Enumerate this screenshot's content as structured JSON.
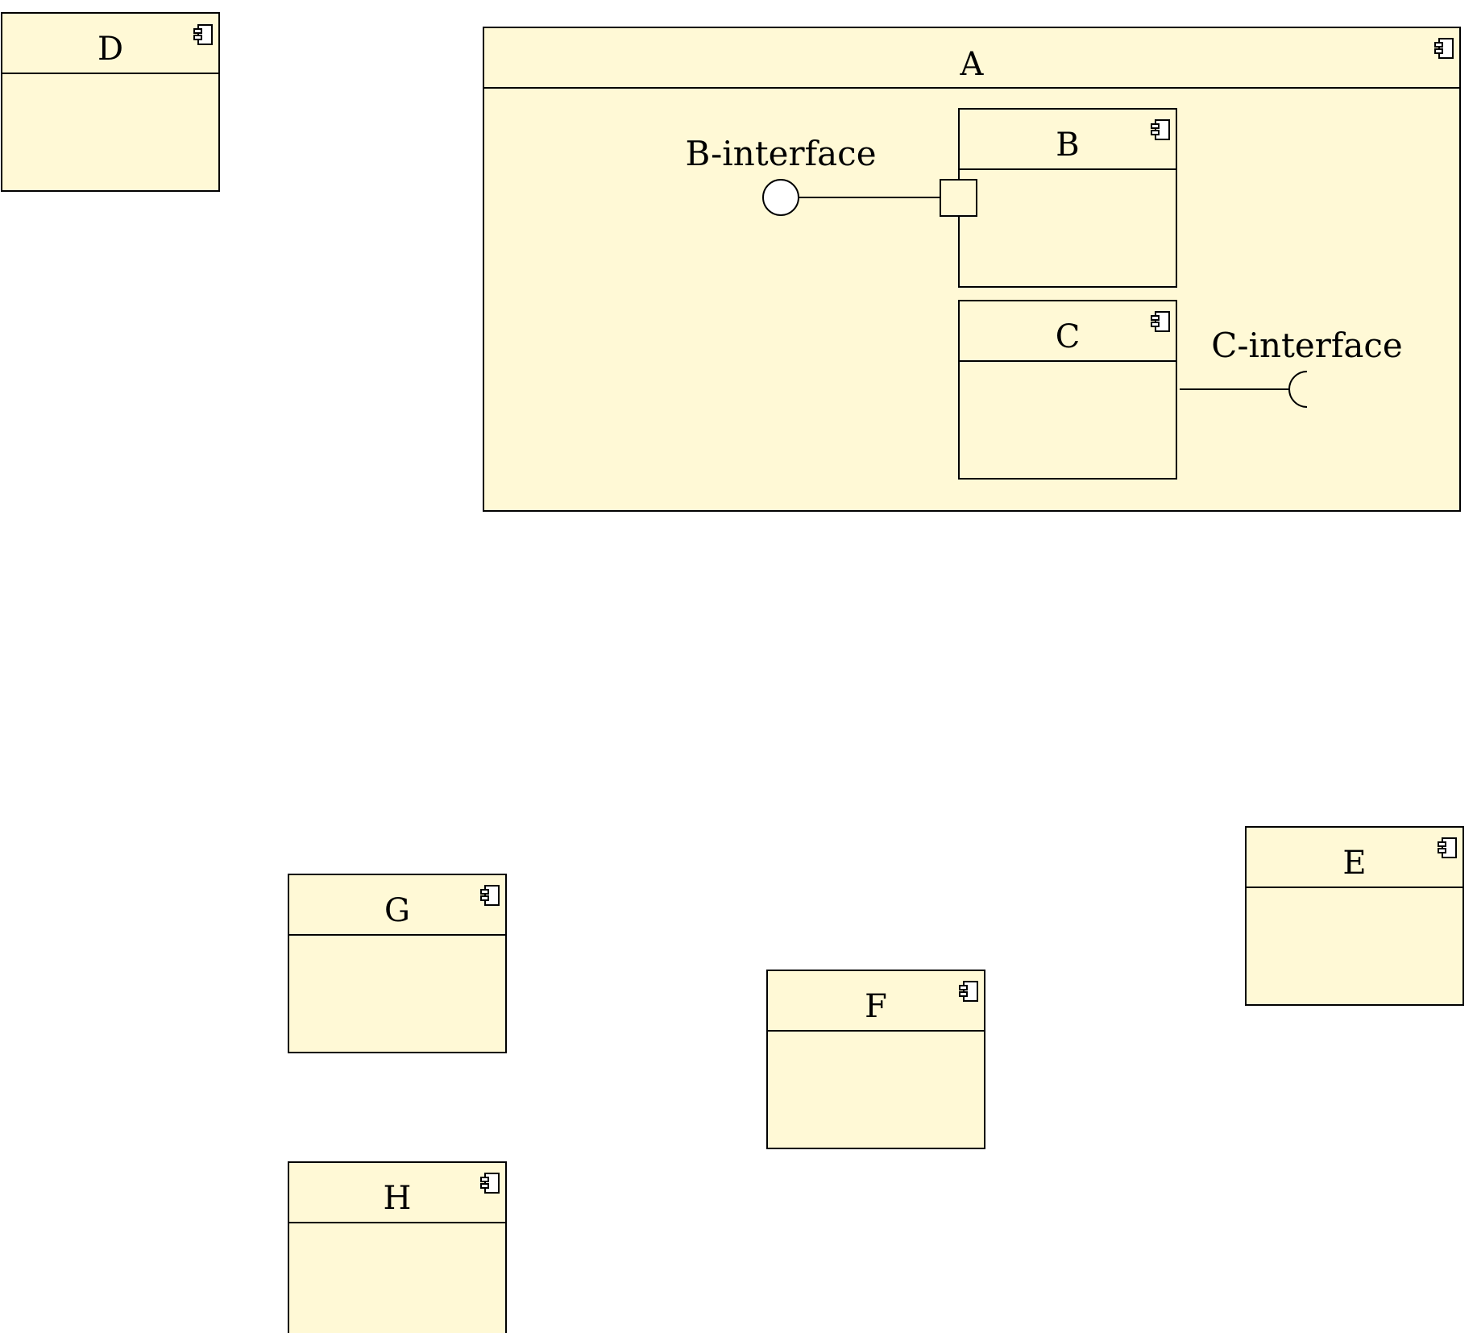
{
  "diagram": {
    "fill_color": "#fff9d6",
    "stroke_color": "#000000",
    "components": [
      {
        "id": "D",
        "label": "D",
        "icon": "component-icon"
      },
      {
        "id": "A",
        "label": "A",
        "icon": "component-icon"
      },
      {
        "id": "B",
        "label": "B",
        "icon": "component-icon"
      },
      {
        "id": "C",
        "label": "C",
        "icon": "component-icon"
      },
      {
        "id": "E",
        "label": "E",
        "icon": "component-icon"
      },
      {
        "id": "F",
        "label": "F",
        "icon": "component-icon"
      },
      {
        "id": "G",
        "label": "G",
        "icon": "component-icon"
      },
      {
        "id": "H",
        "label": "H",
        "icon": "component-icon"
      }
    ],
    "interfaces": [
      {
        "id": "b-interface",
        "label": "B-interface",
        "kind": "provided",
        "owner": "B"
      },
      {
        "id": "c-interface",
        "label": "C-interface",
        "kind": "required",
        "owner": "C"
      }
    ]
  }
}
